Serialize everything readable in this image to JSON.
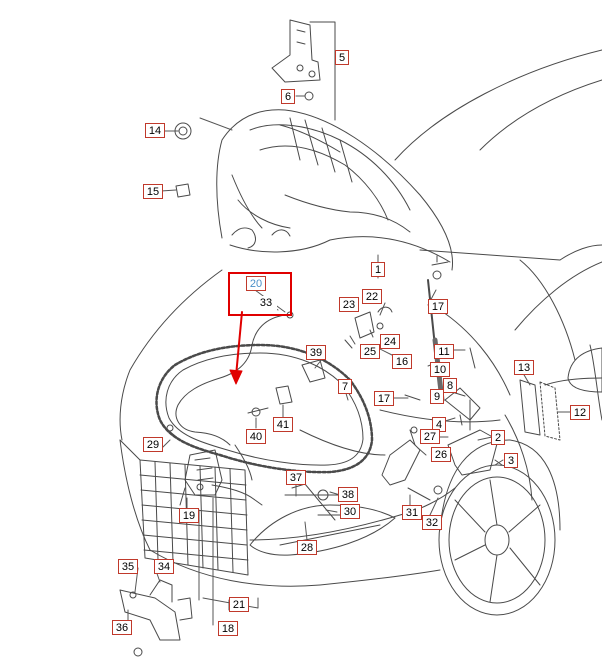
{
  "colors": {
    "callout_border": "#c0392b",
    "highlight": "#e00000",
    "line": "#4a4a4a",
    "label_blue": "#4a90c8"
  },
  "labels": {
    "p1": "1",
    "p2": "2",
    "p3": "3",
    "p4": "4",
    "p5": "5",
    "p6": "6",
    "p7": "7",
    "p8": "8",
    "p9": "9",
    "p10": "10",
    "p11": "11",
    "p12": "12",
    "p13": "13",
    "p14": "14",
    "p15": "15",
    "p16": "16",
    "p17a": "17",
    "p17b": "17",
    "p18": "18",
    "p19": "19",
    "p20": "20",
    "p21": "21",
    "p22": "22",
    "p23": "23",
    "p24": "24",
    "p25": "25",
    "p26": "26",
    "p27": "27",
    "p28": "28",
    "p29": "29",
    "p30": "30",
    "p31": "31",
    "p32": "32",
    "p33": "33",
    "p34": "34",
    "p35": "35",
    "p36": "36",
    "p37": "37",
    "p38": "38",
    "p39": "39",
    "p40": "40",
    "p41": "41"
  }
}
